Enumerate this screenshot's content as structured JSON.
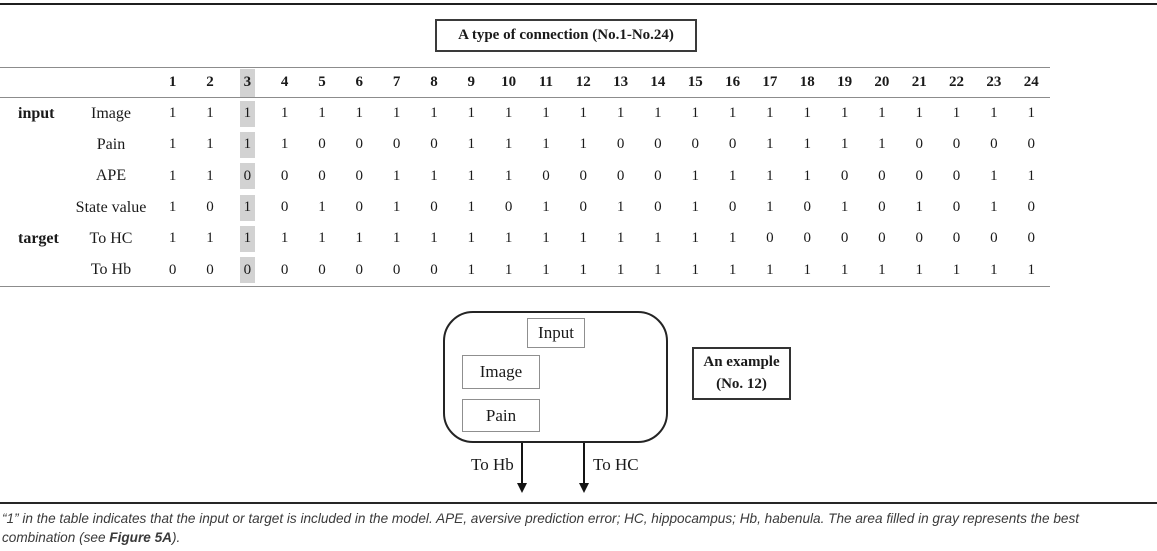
{
  "header_box": {
    "label": "A type of connection (No.1-No.24)"
  },
  "table": {
    "columns": [
      "1",
      "2",
      "3",
      "4",
      "5",
      "6",
      "7",
      "8",
      "9",
      "10",
      "11",
      "12",
      "13",
      "14",
      "15",
      "16",
      "17",
      "18",
      "19",
      "20",
      "21",
      "22",
      "23",
      "24"
    ],
    "highlighted_column": "3",
    "highlighted_column_index": 2,
    "groups": [
      {
        "label": "input",
        "rows": [
          {
            "label": "Image",
            "values": [
              1,
              1,
              1,
              1,
              1,
              1,
              1,
              1,
              1,
              1,
              1,
              1,
              1,
              1,
              1,
              1,
              1,
              1,
              1,
              1,
              1,
              1,
              1,
              1
            ]
          },
          {
            "label": "Pain",
            "values": [
              1,
              1,
              1,
              1,
              0,
              0,
              0,
              0,
              1,
              1,
              1,
              1,
              0,
              0,
              0,
              0,
              1,
              1,
              1,
              1,
              0,
              0,
              0,
              0
            ]
          },
          {
            "label": "APE",
            "values": [
              1,
              1,
              0,
              0,
              0,
              0,
              1,
              1,
              1,
              1,
              0,
              0,
              0,
              0,
              1,
              1,
              1,
              1,
              0,
              0,
              0,
              0,
              1,
              1
            ]
          },
          {
            "label": "State value",
            "values": [
              1,
              0,
              1,
              0,
              1,
              0,
              1,
              0,
              1,
              0,
              1,
              0,
              1,
              0,
              1,
              0,
              1,
              0,
              1,
              0,
              1,
              0,
              1,
              0
            ]
          }
        ]
      },
      {
        "label": "target",
        "rows": [
          {
            "label": "To HC",
            "values": [
              1,
              1,
              1,
              1,
              1,
              1,
              1,
              1,
              1,
              1,
              1,
              1,
              1,
              1,
              1,
              1,
              0,
              0,
              0,
              0,
              0,
              0,
              0,
              0
            ]
          },
          {
            "label": "To Hb",
            "values": [
              0,
              0,
              0,
              0,
              0,
              0,
              0,
              0,
              1,
              1,
              1,
              1,
              1,
              1,
              1,
              1,
              1,
              1,
              1,
              1,
              1,
              1,
              1,
              1
            ]
          }
        ]
      }
    ]
  },
  "diagram": {
    "input_label": "Input",
    "image_label": "Image",
    "pain_label": "Pain",
    "to_hb_label": "To Hb",
    "to_hc_label": "To HC",
    "example_line1": "An example",
    "example_line2": "(No. 12)"
  },
  "caption": {
    "line1": "“1” in the table indicates that the input or target is included in the model. APE, aversive prediction error; HC, hippocampus; Hb, habenula. The area filled in gray represents the best",
    "line2_before": "combination (see ",
    "line2_ref": "Figure 5A",
    "line2_after": ")."
  },
  "colors": {
    "highlight_gray": "#d2d2d2",
    "rule_dark": "#1f1f1f",
    "rule_light": "#8c8c8c"
  }
}
